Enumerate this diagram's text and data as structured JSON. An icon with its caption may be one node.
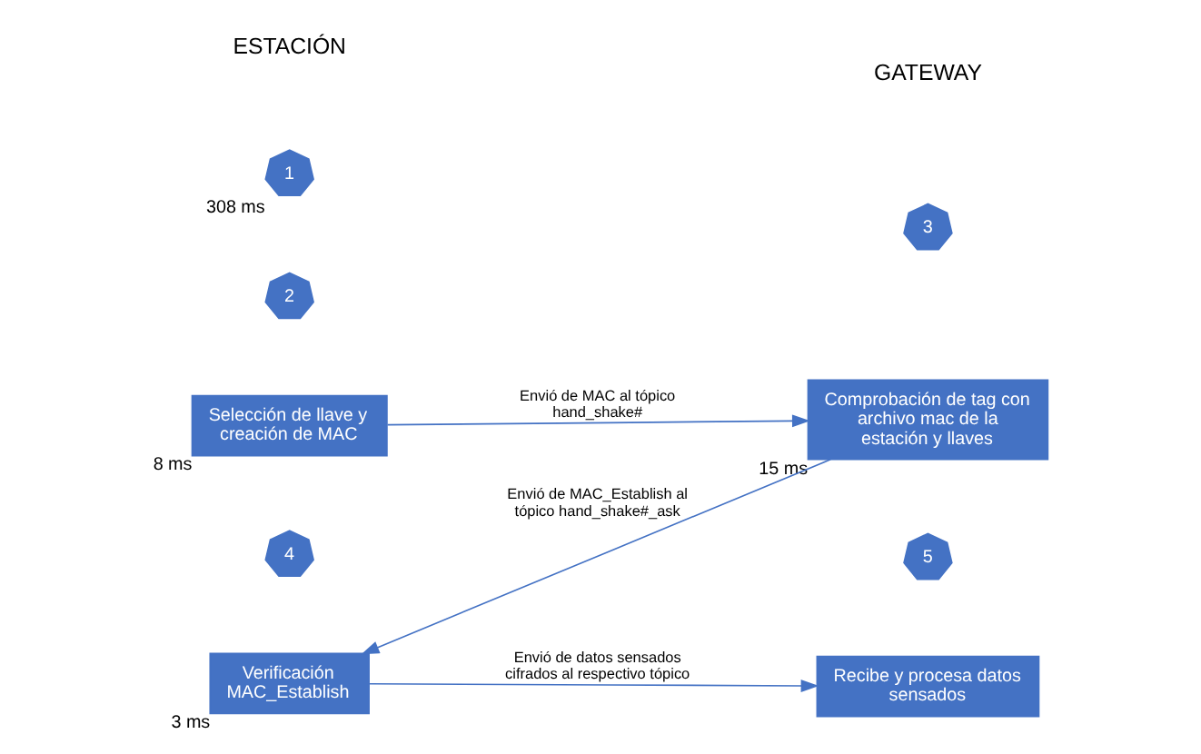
{
  "diagram": {
    "nodes": [
      {
        "text": [
          "1"
        ],
        "beside": [
          "308 ms"
        ]
      },
      {
        "text": [
          "2"
        ]
      },
      {
        "text": [
          "Selección de llave y creación de MAC"
        ],
        "beside": [
          "8 ms"
        ]
      },
      {
        "text": [
          "3"
        ]
      },
      {
        "text": [
          "Comprobación de tag con archivo mac de la estación y llaves"
        ],
        "beside": [
          "15 ms"
        ]
      },
      {
        "text": [
          "4"
        ]
      },
      {
        "text": [
          "Verificación MAC_Establish"
        ],
        "beside": [
          "3 ms"
        ]
      },
      {
        "text": [
          "5"
        ]
      },
      {
        "text": [
          "Recibe y procesa datos sensados"
        ]
      }
    ],
    "edges": [
      {
        "from": 2,
        "to": 4,
        "arrow": "to",
        "label": "Envió de MAC al tópico hand_shake#"
      },
      {
        "from": 4,
        "to": 6,
        "arrow": "to",
        "label": "Envió de MAC_Establish al tópico hand_shake#_ask"
      },
      {
        "from": 6,
        "to": 8,
        "arrow": "to",
        "label": "Envió de datos sensados cifrados al respectivo tópico"
      }
    ],
    "labels": [
      "ESTACIÓN",
      "GATEWAY"
    ]
  }
}
